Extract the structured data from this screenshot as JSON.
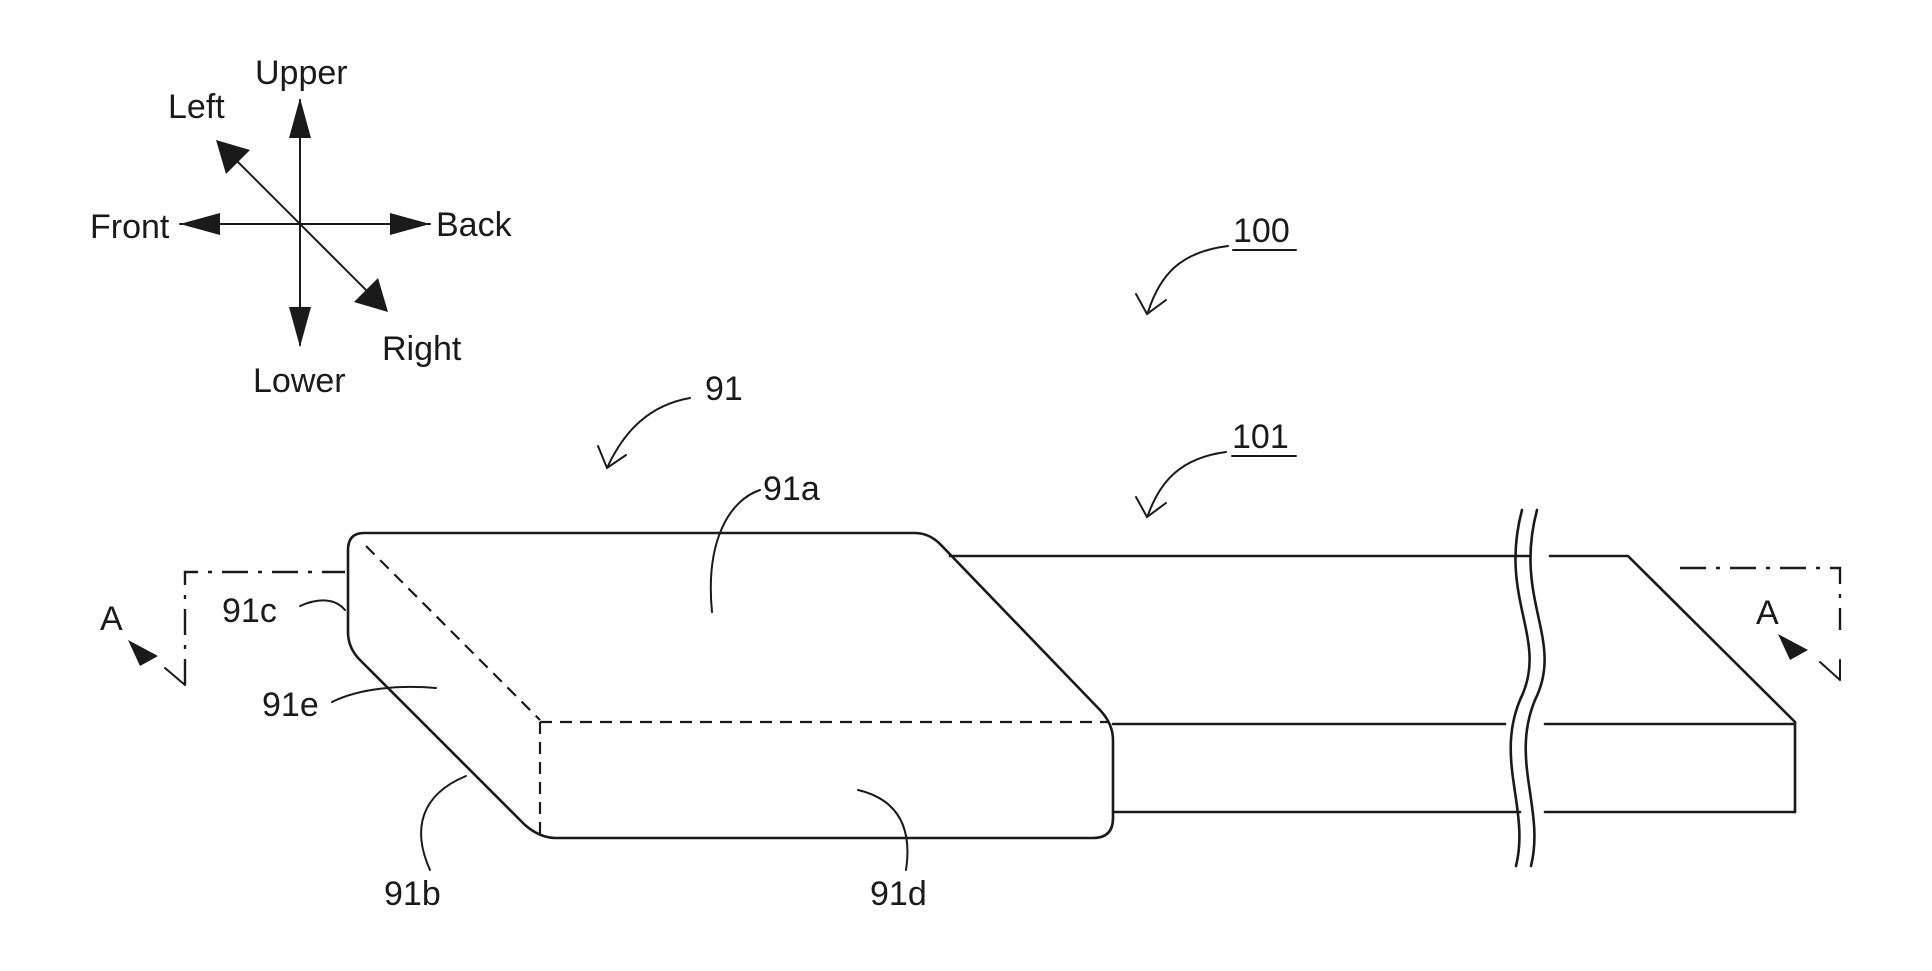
{
  "compass": {
    "upper": "Upper",
    "lower": "Lower",
    "front": "Front",
    "back": "Back",
    "left": "Left",
    "right": "Right"
  },
  "refs": {
    "ref_100": "100",
    "ref_101": "101",
    "ref_91": "91",
    "ref_91a": "91a",
    "ref_91b": "91b",
    "ref_91c": "91c",
    "ref_91d": "91d",
    "ref_91e": "91e"
  },
  "section": {
    "left_label": "A",
    "right_label": "A"
  }
}
